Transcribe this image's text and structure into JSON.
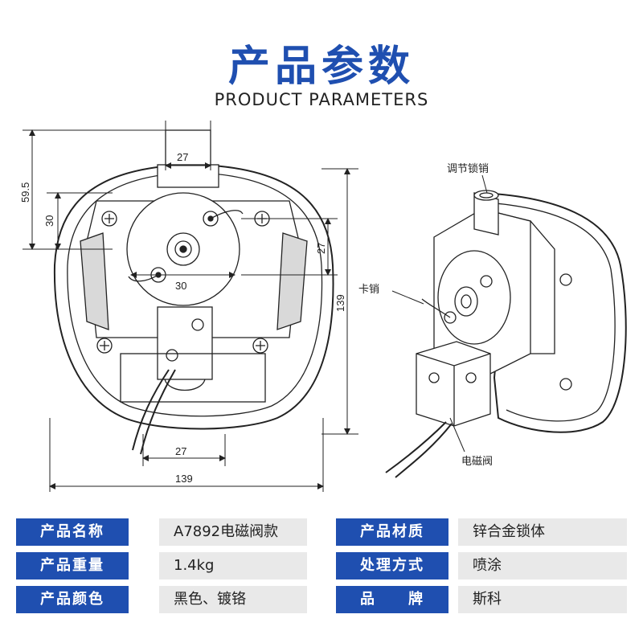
{
  "header": {
    "title": "产品参数",
    "subtitle": "PRODUCT PARAMETERS"
  },
  "drawing": {
    "dimensions": {
      "top_width": "27",
      "left_height": "59.5",
      "left_inner": "30",
      "right_inner": "27",
      "center_width": "30",
      "right_height": "139",
      "bottom_inner": "27",
      "bottom_width": "139"
    },
    "callouts": {
      "adjust_pin": "调节锁销",
      "latch_pin": "卡销",
      "solenoid_valve": "电磁阀"
    },
    "colors": {
      "line": "#222222",
      "fill": "#ffffff",
      "shade": "#d9d9d9"
    }
  },
  "parameters": {
    "left": [
      {
        "label": "产品名称",
        "value": "A7892电磁阀款"
      },
      {
        "label": "产品重量",
        "value": "1.4kg"
      },
      {
        "label": "产品颜色",
        "value": "黑色、镀铬"
      }
    ],
    "right": [
      {
        "label": "产品材质",
        "value": "锌合金锁体"
      },
      {
        "label": "处理方式",
        "value": "喷涂"
      },
      {
        "label": "品　　牌",
        "value": "斯科"
      }
    ],
    "colors": {
      "label_bg": "#1f4fb0",
      "value_bg": "#e9e9e9"
    }
  }
}
